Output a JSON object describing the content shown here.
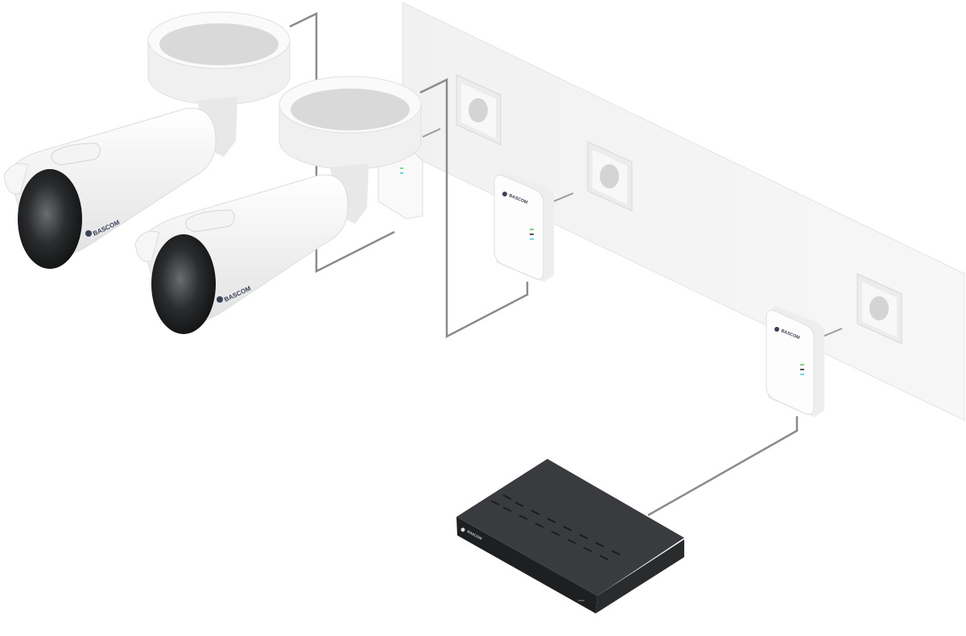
{
  "scene": {
    "description_title": "",
    "colors": {
      "wall": "#f4f4f4",
      "cable": "#8a8a8a",
      "device_white": "#ffffff",
      "nvr_dark": "#2f3032",
      "led_green": "#6fe07a",
      "led_cyan": "#63e0e6"
    }
  },
  "logos": {
    "camera_1": "BASCOM",
    "camera_2": "BASCOM",
    "adapter_1": "BASCOM",
    "adapter_2": "BASCOM",
    "nvr": "BASCOM"
  }
}
